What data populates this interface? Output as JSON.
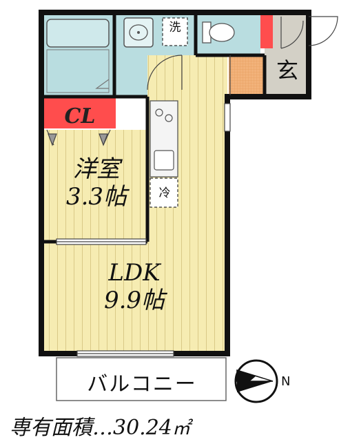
{
  "rooms": {
    "western_room": {
      "name": "洋室",
      "size": "3.3帖"
    },
    "ldk": {
      "name": "LDK",
      "size": "9.9帖"
    },
    "closet": {
      "label": "CL"
    },
    "entrance": {
      "label": "玄"
    },
    "washer": {
      "label": "洗"
    },
    "fridge": {
      "label": "冷"
    },
    "balcony": {
      "label": "バルコニー"
    }
  },
  "compass": {
    "label": "N"
  },
  "floor_area": {
    "text": "専有面積…30.24",
    "unit": "㎡"
  },
  "colors": {
    "wall": "#111111",
    "wet_area": "#b9dde0",
    "flooring": "#f6ecb2",
    "closet": "#ff4d4d",
    "entrance_floor": "#d3d0c6",
    "entrance_step": "#f2b27a"
  }
}
